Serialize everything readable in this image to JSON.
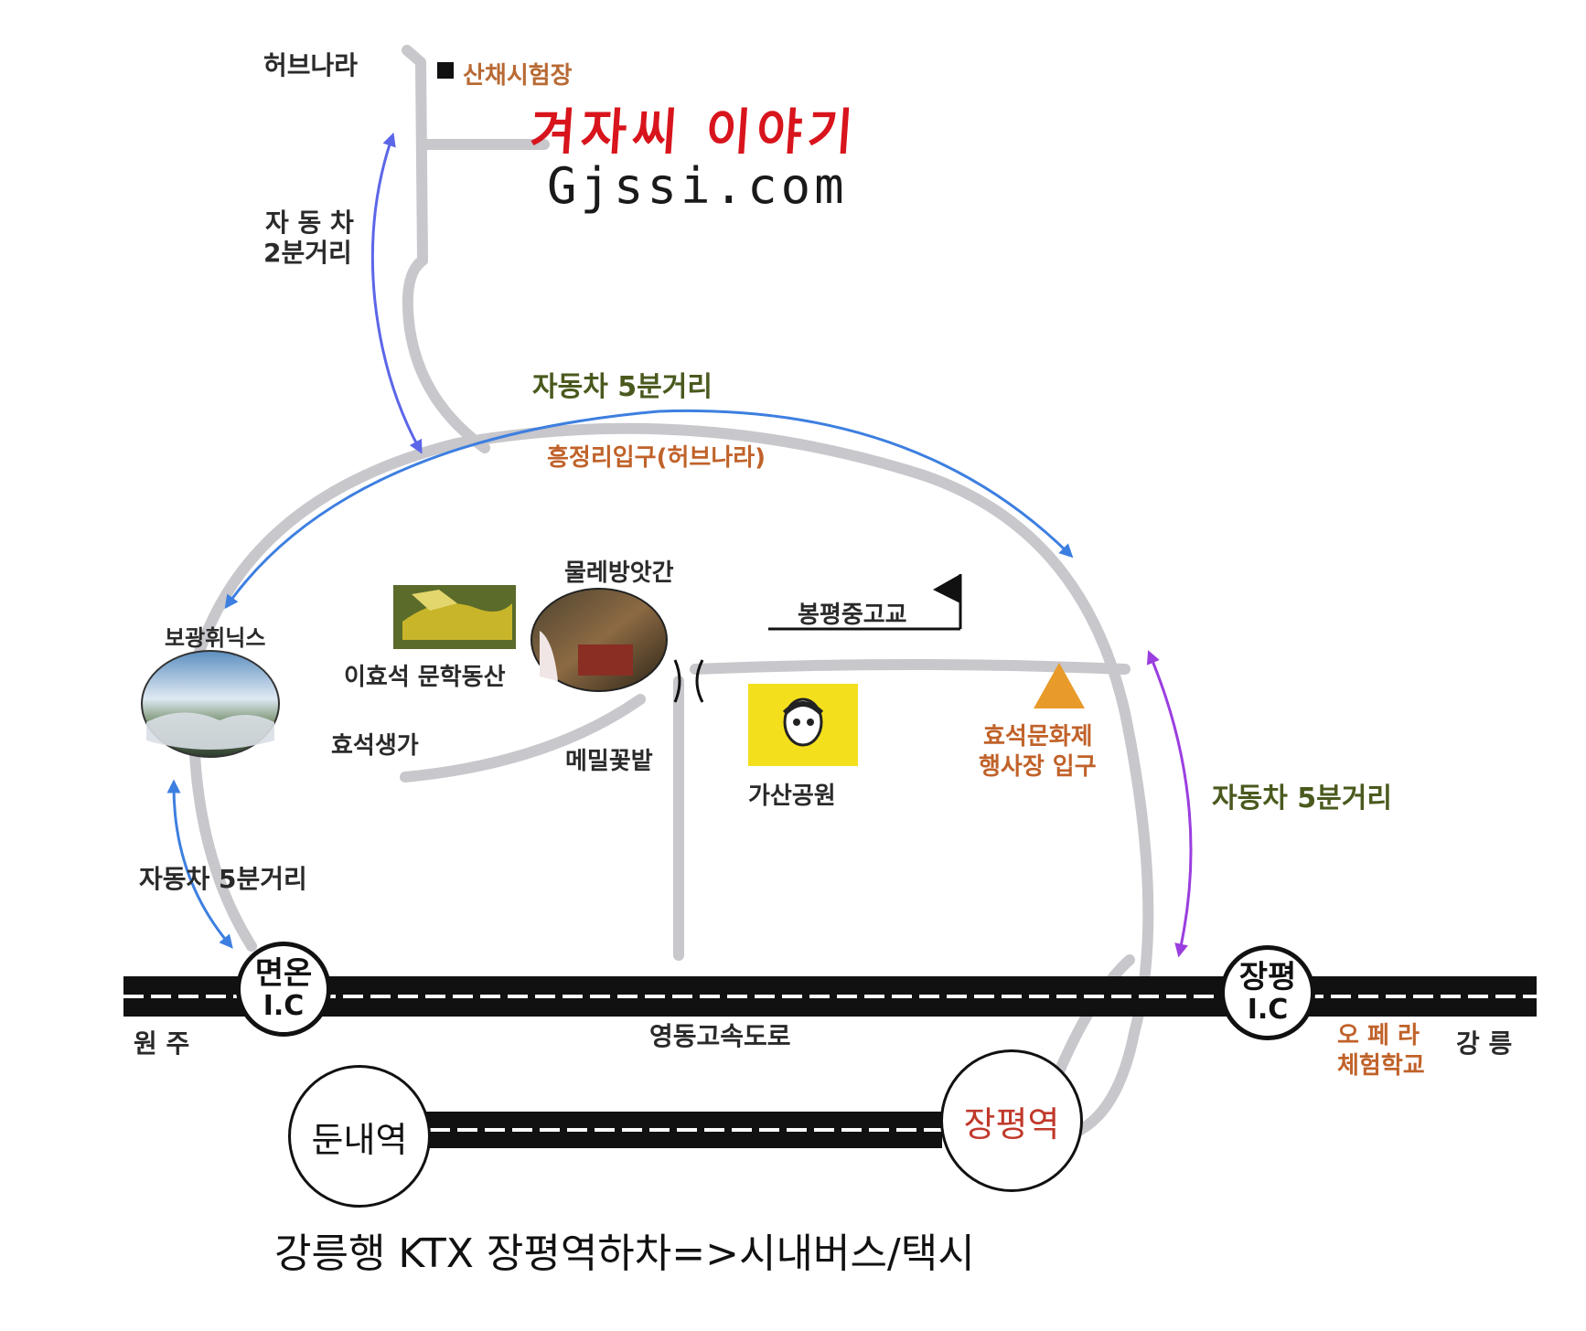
{
  "brand": {
    "title": "겨자씨 이야기",
    "url": "Gjssi.com"
  },
  "places": {
    "herb_nara": "허브나라",
    "test_site": "산채시험장",
    "heungjeong_entrance": "흥정리입구(허브나라)",
    "bogwang_phoenix": "보광휘닉스",
    "lee_hyoseok_park": "이효석 문학동산",
    "mulle_bangatgan": "물레방앗간",
    "bongpyeong_school": "봉평중고교",
    "hyoseok_birthplace": "효석생가",
    "buckwheat_field": "메밀꽃밭",
    "gasan_park": "가산공원",
    "festival_entrance_line1": "효석문화제",
    "festival_entrance_line2": "행사장 입구",
    "wonju": "원 주",
    "gangneung": "강 릉",
    "yeongdong_expressway": "영동고속도로",
    "opera_line1": "오 페 라",
    "opera_line2": "체험학교"
  },
  "distances": {
    "top_left": "자 동 차\n2분거리",
    "top_left_line1": "자 동 차",
    "top_left_line2": "2분거리",
    "arc_top": "자동차 5분거리",
    "right": "자동차 5분거리",
    "bottom_left": "자동차 5분거리"
  },
  "interchanges": {
    "myeonon": {
      "name": "면온",
      "sub": "I.C"
    },
    "jangpyeong": {
      "name": "장평",
      "sub": "I.C"
    }
  },
  "stations": {
    "dunnae": "둔내역",
    "jangpyeong": "장평역"
  },
  "footer": {
    "note": "강릉행 KTX  장평역하차=>시내버스/택시"
  },
  "colors": {
    "road": "#c7c7cc",
    "highway": "#111111",
    "arrow_blue": "#3d7fe0",
    "arrow_indigo": "#5c66e8",
    "arrow_purple": "#9b3ee0",
    "brand_red": "#d8141c",
    "label_green": "#4a5a1e",
    "label_orange": "#c0622a",
    "marker_orange": "#e89a2a",
    "portrait_bg": "#f3df1c"
  },
  "icons": [
    "flag-icon",
    "triangle-marker-icon",
    "square-marker-icon",
    "bridge-icon"
  ]
}
